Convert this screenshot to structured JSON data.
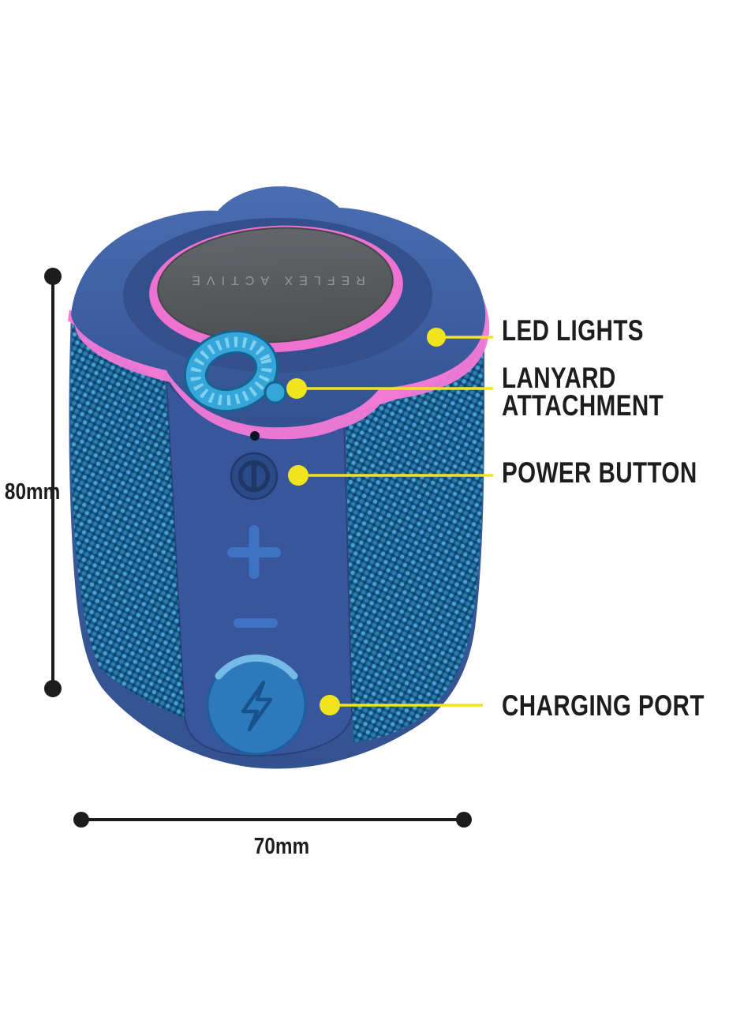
{
  "page": {
    "background": "#ffffff"
  },
  "product": {
    "top_disc_text": "REFLEX ACTIVE"
  },
  "callouts": [
    {
      "id": "led-lights",
      "label": "LED LIGHTS"
    },
    {
      "id": "lanyard-attachment",
      "label": "LANYARD ATTACHMENT"
    },
    {
      "id": "power-button",
      "label": "POWER BUTTON"
    },
    {
      "id": "charging-port",
      "label": "CHARGING PORT"
    }
  ],
  "dimensions": {
    "height_label": "80mm",
    "width_label": "70mm"
  },
  "colors": {
    "callout_line": "#f0e41c",
    "label_text": "#1d1d1b",
    "dimension_line": "#1c1c1c",
    "body_blue": "#3a59a0",
    "cap_blue": "#3f61a8",
    "fabric_blue": "#155988",
    "fabric_dot_light": "#4ba0d0",
    "accent_pink": "#f279d7",
    "lanyard_blue": "#36a6da",
    "top_disc_gray": "#57595b",
    "charge_button_blue": "#2e78bc"
  },
  "icons": {
    "power_button": "power-icon",
    "volume_up": "plus-icon",
    "volume_down": "minus-icon",
    "charging_port": "lightning-bolt-icon",
    "microphone": "mic-hole-icon",
    "callout_marker": "dot-marker-icon"
  }
}
